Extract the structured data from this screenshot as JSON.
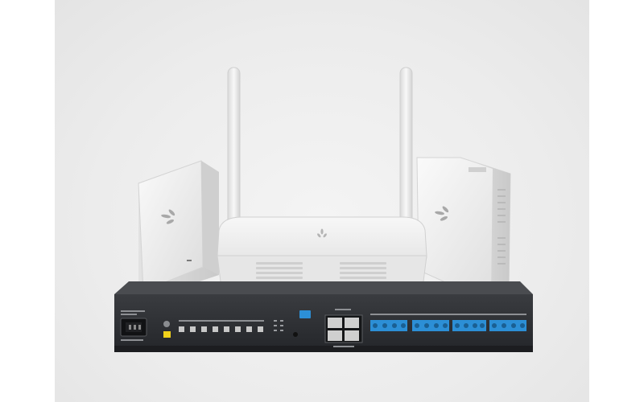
{
  "scene": {
    "brand_logo": "huawei-logo",
    "devices": [
      {
        "name": "wall-plate-access-point-left"
      },
      {
        "name": "wifi-router-with-antennas"
      },
      {
        "name": "wall-plate-access-point-right"
      },
      {
        "name": "rack-gateway-controller"
      }
    ],
    "colors": {
      "device_white": "#f1f1f1",
      "chassis_dark": "#2d2f33",
      "port_blue": "#2c8fd6",
      "indicator_yellow": "#f2d21b"
    }
  }
}
